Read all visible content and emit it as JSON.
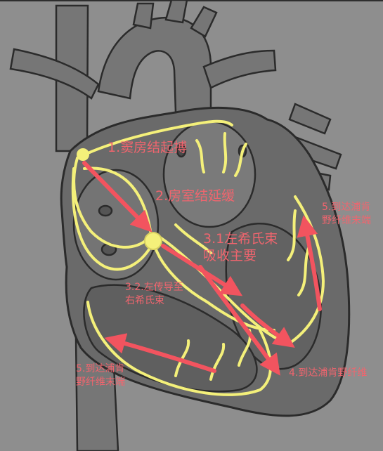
{
  "colors": {
    "background": "#8e8e8e",
    "heart_fill": "#6e6e6e",
    "outline": "#2b2b2b",
    "conduction_path": "#f4f07a",
    "arrow": "#f2545f",
    "label_text": "#f0656e"
  },
  "labels": {
    "sa_node": "1.窦房结起搏",
    "av_node": "2.房室结延缓",
    "bundle_3_1": [
      "3.1左希氏束",
      "吸收主要"
    ],
    "bundle_3_2": [
      "3.2.左传导至",
      "右希氏束"
    ],
    "purkinje_right_top": [
      "5.到达浦肯",
      "野纤维末端"
    ],
    "purkinje_bottom_right": "4.到达浦肯野纤维",
    "purkinje_bottom_left": [
      "5.到达浦肯",
      "野纤维末端"
    ]
  }
}
